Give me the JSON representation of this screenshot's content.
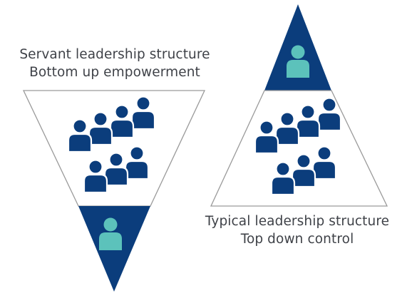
{
  "servant": {
    "title": "Servant leadership structure",
    "subtitle": "Bottom up empowerment"
  },
  "typical": {
    "title": "Typical leadership structure",
    "subtitle": "Top down control"
  },
  "colors": {
    "navy": "#0b3d7c",
    "teal": "#5cc2bb",
    "outline": "#9a9a9a",
    "text": "#3f4248"
  },
  "icons": {
    "leader": "person-icon",
    "team": "people-group-icon"
  }
}
